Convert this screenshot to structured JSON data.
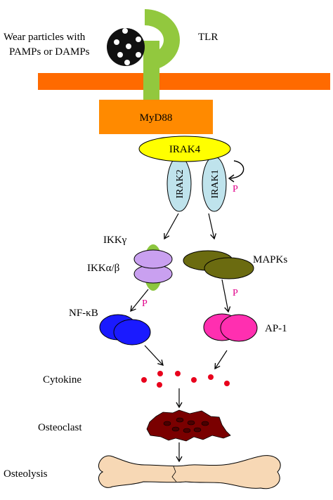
{
  "labels": {
    "wear_particles_line1": "Wear particles with",
    "wear_particles_line2": "PAMPs or DAMPs",
    "tlr": "TLR",
    "myd88": "MyD88",
    "irak4": "IRAK4",
    "irak2": "IRAK2",
    "irak1": "IRAK1",
    "ikk_gamma": "IKKγ",
    "ikk_alpha_beta": "IKKα/β",
    "mapks": "MAPKs",
    "nfkb": "NF-κB",
    "ap1": "AP-1",
    "cytokine": "Cytokine",
    "osteoclast": "Osteoclast",
    "osteolysis": "Osteolysis",
    "phospho_irak1": "P",
    "phospho_nfkb": "P",
    "phospho_ap1": "P"
  },
  "colors": {
    "membrane": "#ff6a00",
    "tlr_receptor": "#92c83e",
    "myd88": "#ff8a00",
    "irak4": "#ffff00",
    "irak": "#bfe3ec",
    "ikk_gamma": "#8cc63f",
    "ikk_alpha_beta": "#c9a0f0",
    "mapks": "#6b6b10",
    "nfkb": "#1a1aff",
    "ap1": "#ff2fb0",
    "cytokine": "#e8001c",
    "osteoclast": "#7a0000",
    "bone": "#f7d8b5",
    "phosphate": "#e0008a"
  }
}
